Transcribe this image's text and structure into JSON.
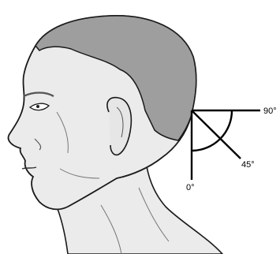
{
  "figure": {
    "angles": [
      {
        "value": "0°",
        "name": "angle-0"
      },
      {
        "value": "45°",
        "name": "angle-45"
      },
      {
        "value": "90°",
        "name": "angle-90"
      }
    ]
  },
  "colors": {
    "skin": "#ebebeb",
    "hair": "#9e9e9e",
    "outline": "#1a1a1a"
  }
}
